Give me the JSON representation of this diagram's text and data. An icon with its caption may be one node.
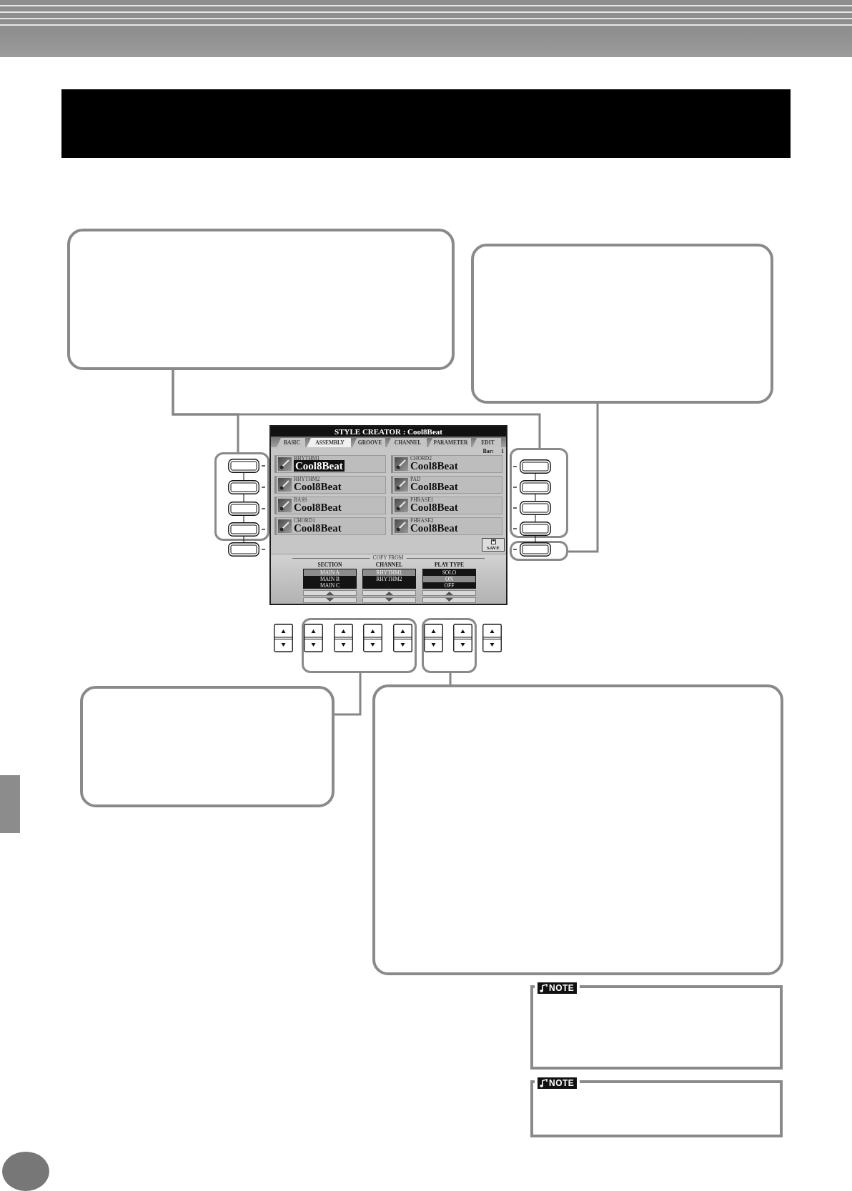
{
  "diagram": {
    "nodes": [
      {
        "text": [],
        "shape": "bar"
      },
      {
        "text": [],
        "shape": "box"
      },
      {
        "text": [],
        "shape": "box"
      },
      {
        "text": [],
        "shape": "box"
      },
      {
        "text": [],
        "shape": "box"
      },
      {
        "text": [],
        "shape": "box"
      },
      {
        "text": [],
        "shape": "box"
      },
      {
        "text": [],
        "shape": "box"
      },
      {
        "text": [],
        "shape": "box"
      },
      {
        "text": [],
        "shape": "box"
      },
      {
        "text": [],
        "shape": "bar"
      },
      {
        "text": [
          "NOTE"
        ]
      },
      {
        "text": [
          "NOTE"
        ]
      },
      {
        "text": [],
        "shape": "circle"
      }
    ],
    "edges": [
      {
        "from": 1,
        "to": 3,
        "arrow": "none"
      },
      {
        "from": 1,
        "to": 4,
        "arrow": "none"
      },
      {
        "from": 2,
        "to": 5,
        "arrow": "none"
      },
      {
        "from": 8,
        "to": 6,
        "arrow": "none"
      },
      {
        "from": 9,
        "to": 7,
        "arrow": "none"
      }
    ],
    "labels": [
      "STYLE CREATOR : Cool8Beat",
      "BASIC",
      "ASSEMBLY",
      "GROOVE",
      "CHANNEL",
      "PARAMETER",
      "EDIT",
      "Bar: 1",
      "RHYTHM1",
      "Cool8Beat",
      "CHORD2",
      "Cool8Beat",
      "RHYTHM2",
      "Cool8Beat",
      "PAD",
      "Cool8Beat",
      "BASS",
      "Cool8Beat",
      "PHRASE1",
      "Cool8Beat",
      "CHORD1",
      "Cool8Beat",
      "PHRASE2",
      "Cool8Beat",
      "SAVE",
      "COPY FROM",
      "SECTION",
      "CHANNEL",
      "PLAY TYPE",
      "MAIN A",
      "RHYTHM1",
      "SOLO",
      "MAIN B",
      "RHYTHM2",
      "ON",
      "MAIN C",
      "OFF"
    ]
  }
}
